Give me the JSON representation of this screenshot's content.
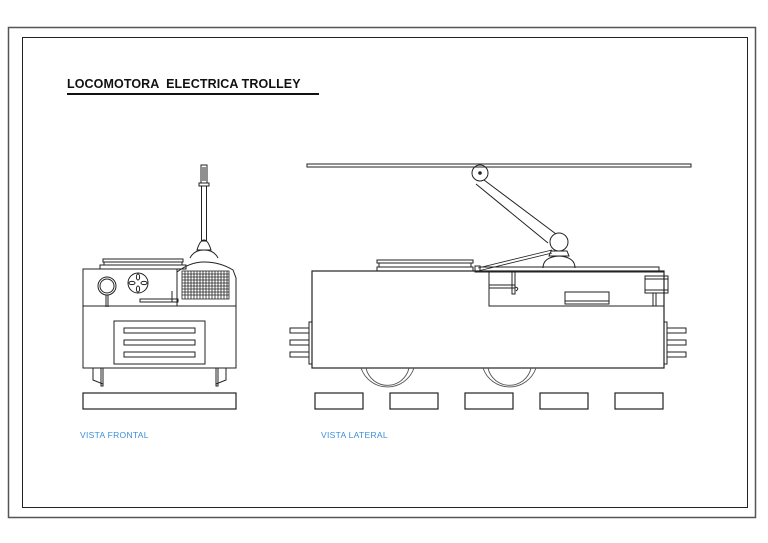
{
  "drawing": {
    "title": "LOCOMOTORA  ELECTRICA TROLLEY",
    "views": [
      {
        "id": "front",
        "label": "VISTA FRONTAL"
      },
      {
        "id": "side",
        "label": "VISTA LATERAL"
      }
    ],
    "colors": {
      "line": "#222222",
      "label": "#3a8fd8",
      "border": "#555555"
    }
  }
}
